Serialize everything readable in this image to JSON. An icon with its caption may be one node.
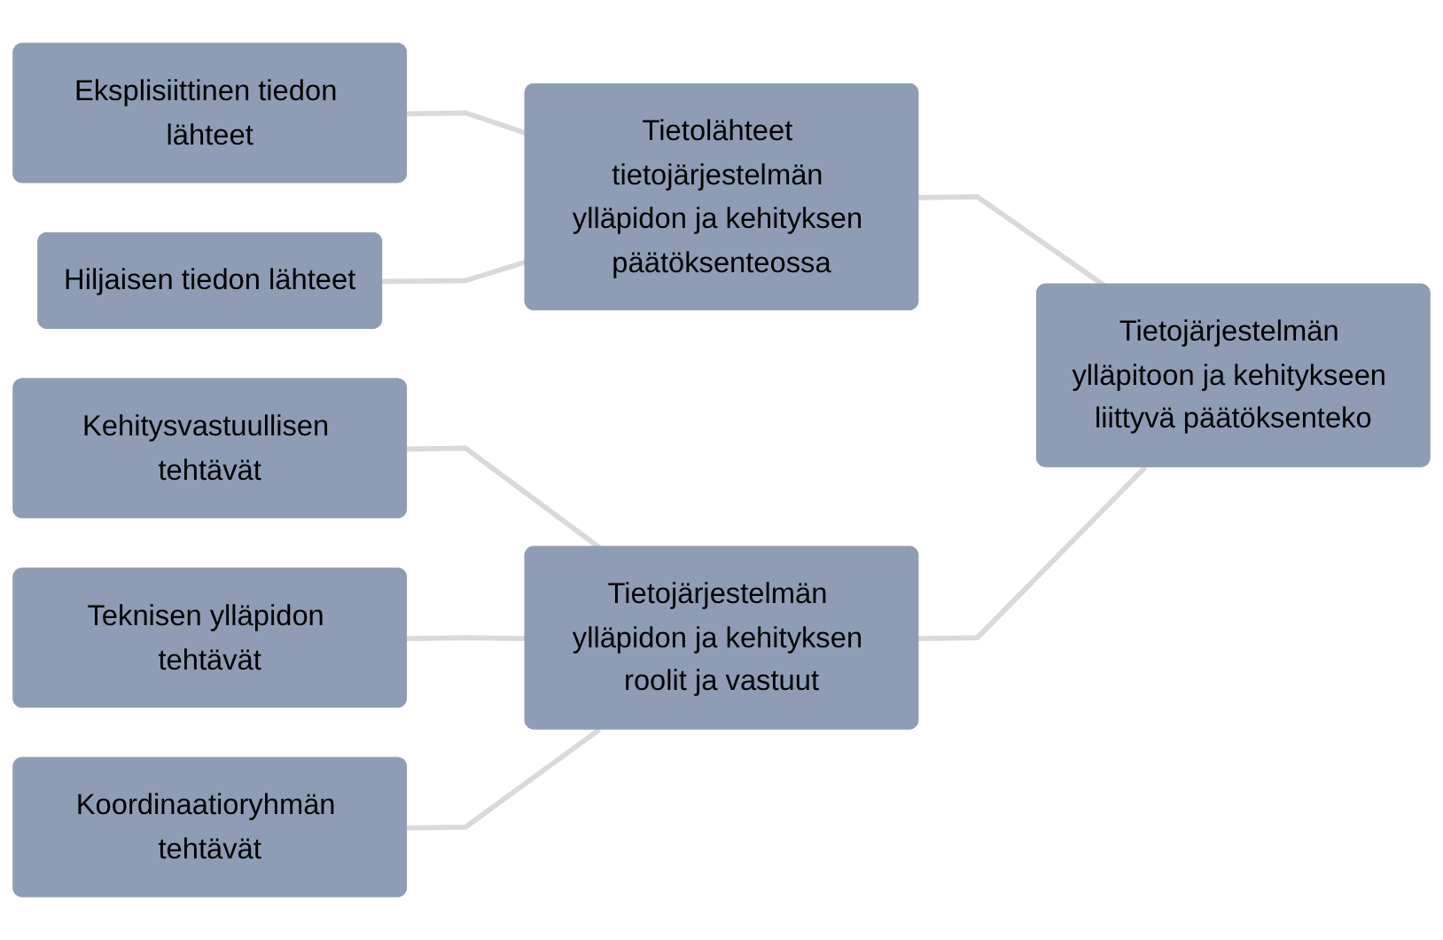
{
  "diagram": {
    "nodes": [
      {
        "text": [
          "Eksplisiittinen tiedon lähteet"
        ]
      },
      {
        "text": [
          "Hiljaisen tiedon lähteet"
        ]
      },
      {
        "text": [
          "Tietolähteet tietojärjestelmän ylläpidon ja kehityksen päätöksenteossa"
        ]
      },
      {
        "text": [
          "Kehitysvastuullisen tehtävät"
        ]
      },
      {
        "text": [
          "Teknisen ylläpidon tehtävät"
        ]
      },
      {
        "text": [
          "Koordinaatioryhmän tehtävät"
        ]
      },
      {
        "text": [
          "Tietojärjestelmän ylläpidon ja kehityksen roolit ja vastuut"
        ]
      },
      {
        "text": [
          "Tietojärjestelmän ylläpitoon ja kehitykseen liittyvä päätöksenteko"
        ]
      }
    ],
    "edges": [
      {
        "from": 0,
        "to": 2,
        "arrow": "none"
      },
      {
        "from": 1,
        "to": 2,
        "arrow": "none"
      },
      {
        "from": 3,
        "to": 6,
        "arrow": "none"
      },
      {
        "from": 4,
        "to": 6,
        "arrow": "none"
      },
      {
        "from": 5,
        "to": 6,
        "arrow": "none"
      },
      {
        "from": 2,
        "to": 7,
        "arrow": "none"
      },
      {
        "from": 6,
        "to": 7,
        "arrow": "none"
      }
    ]
  }
}
